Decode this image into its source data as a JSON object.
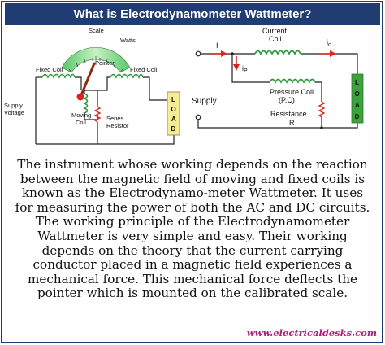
{
  "title": "What is Electrodynamometer Wattmeter?",
  "left_diagram": {
    "scale_label": "Scale",
    "watts_label": "Watts",
    "pointer_label": "Pointer",
    "fixed_coil_left": "Fixed Coil",
    "fixed_coil_right": "Fixed Coil",
    "supply_voltage_line1": "Supply",
    "supply_voltage_line2": "Voltage",
    "moving_coil_line1": "Moving",
    "moving_coil_line2": "Coil",
    "series_resistor_line1": "Series",
    "series_resistor_line2": "Resistor",
    "load_letters": [
      "L",
      "O",
      "A",
      "D"
    ]
  },
  "right_diagram": {
    "current_label": "I",
    "current_coil_line1": "Current",
    "current_coil_line2": "Coil",
    "ic_main": "i",
    "ic_sub": "c",
    "ip_main": "i",
    "ip_sub": "P",
    "pressure_coil_line1": "Pressure Coil",
    "pressure_coil_line2": "(P.C)",
    "resistance_line1": "Resistance",
    "resistance_line2": "R",
    "supply_label": "Supply",
    "load_letters": [
      "L",
      "O",
      "A",
      "D"
    ]
  },
  "description_lines": [
    "The instrument whose working depends on the reaction",
    "between the magnetic field of moving and fixed coils is",
    "known as the Electrodynamo-meter Wattmeter. It uses",
    "for measuring the power of both the AC and DC circuits.",
    "The working principle of the Electrodynamometer",
    "Wattmeter is very simple and easy. Their working",
    "depends on the theory that the current carrying",
    "conductor placed in a magnetic field experiences a",
    "mechanical force. This mechanical force deflects the",
    "pointer which is mounted on the calibrated scale."
  ],
  "website": "www.electricaldesks.com",
  "colors": {
    "title_bg": "#1f3c73",
    "coil_green": "#2e9a3e",
    "load_yellow": "#f6ec92",
    "load_green": "#3aa33b",
    "arrow_red": "#d9251d",
    "pointer_brown": "#8b2a0e",
    "website_magenta": "#b4177a"
  }
}
